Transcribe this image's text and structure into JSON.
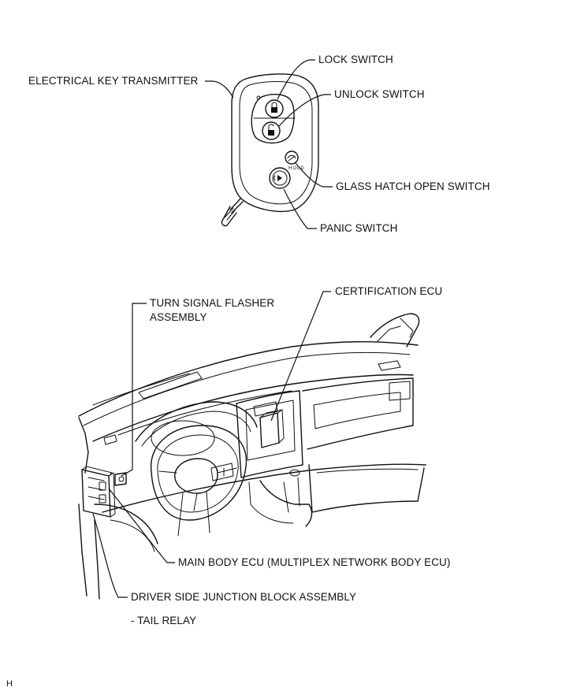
{
  "labels": {
    "electrical_key_transmitter": "ELECTRICAL KEY TRANSMITTER",
    "lock_switch": "LOCK SWITCH",
    "unlock_switch": "UNLOCK SWITCH",
    "glass_hatch_open_switch": "GLASS HATCH OPEN SWITCH",
    "panic_switch": "PANIC SWITCH",
    "hold": "HOLD",
    "turn_signal_flasher_line1": "TURN SIGNAL FLASHER",
    "turn_signal_flasher_line2": "ASSEMBLY",
    "certification_ecu": "CERTIFICATION ECU",
    "main_body_ecu": "MAIN BODY ECU (MULTIPLEX NETWORK BODY ECU)",
    "driver_side_junction_block": "DRIVER SIDE JUNCTION BLOCK ASSEMBLY",
    "tail_relay": "- TAIL RELAY"
  },
  "footer": {
    "corner_mark": "H"
  }
}
